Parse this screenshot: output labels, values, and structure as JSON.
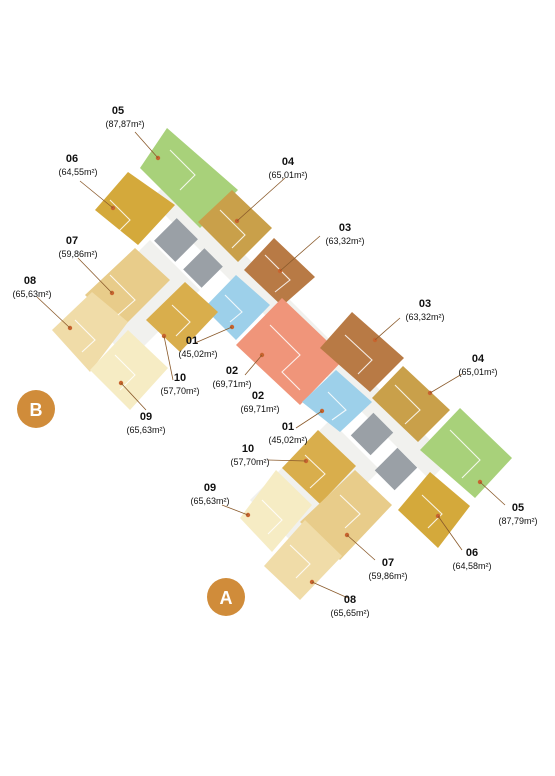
{
  "towers": [
    {
      "letter": "B",
      "color": "#d08c3a",
      "units": [
        {
          "no": "05",
          "area": "(87,87m²)",
          "color": "#a8d17a"
        },
        {
          "no": "06",
          "area": "(64,55m²)",
          "color": "#d4a93b"
        },
        {
          "no": "04",
          "area": "(65,01m²)",
          "color": "#c9a04a"
        },
        {
          "no": "03",
          "area": "(63,32m²)",
          "color": "#b87a45"
        },
        {
          "no": "07",
          "area": "(59,86m²)",
          "color": "#e8cc8a"
        },
        {
          "no": "08",
          "area": "(65,63m²)",
          "color": "#f0dca8"
        },
        {
          "no": "01",
          "area": "(45,02m²)",
          "color": "#9dd0ea"
        },
        {
          "no": "02",
          "area": "(69,71m²)",
          "color": "#f0957a"
        },
        {
          "no": "10",
          "area": "(57,70m²)",
          "color": "#d9ae4c"
        },
        {
          "no": "09",
          "area": "(65,63m²)",
          "color": "#f6ecc4"
        }
      ]
    },
    {
      "letter": "A",
      "color": "#d08c3a",
      "units": [
        {
          "no": "03",
          "area": "(63,32m²)",
          "color": "#b87a45"
        },
        {
          "no": "04",
          "area": "(65,01m²)",
          "color": "#c9a04a"
        },
        {
          "no": "02",
          "area": "(69,71m²)",
          "color": "#f0957a"
        },
        {
          "no": "01",
          "area": "(45,02m²)",
          "color": "#9dd0ea"
        },
        {
          "no": "10",
          "area": "(57,70m²)",
          "color": "#d9ae4c"
        },
        {
          "no": "09",
          "area": "(65,63m²)",
          "color": "#f6ecc4"
        },
        {
          "no": "05",
          "area": "(87,79m²)",
          "color": "#a8d17a"
        },
        {
          "no": "06",
          "area": "(64,58m²)",
          "color": "#d4a93b"
        },
        {
          "no": "07",
          "area": "(59,86m²)",
          "color": "#e8cc8a"
        },
        {
          "no": "08",
          "area": "(65,65m²)",
          "color": "#f0dca8"
        }
      ]
    }
  ],
  "core_color": "#9aa0a6",
  "corridor_color": "#f1f1ee"
}
